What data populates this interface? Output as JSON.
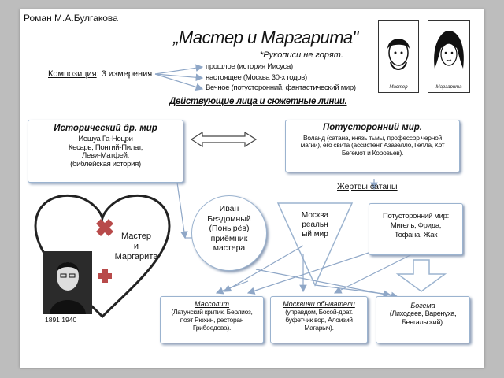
{
  "header": {
    "novel_label": "Роман М.А.Булгакова",
    "title": "„Мастер и Маргарита\"",
    "subtitle": "*Рукописи не горят."
  },
  "composition": {
    "label": "Композиция",
    "value": ": 3 измерения",
    "dimensions": [
      "прошлое (история Иисуса)",
      "настоящее (Москва 30-х годов)",
      "Вечное (потусторонний, фантастический мир)"
    ]
  },
  "portraits": {
    "master_caption": "Мастер",
    "margarita_caption": "Маргарита"
  },
  "section_title": "Действующие лица и сюжетные линии.",
  "historical": {
    "title": "Исторический др. мир",
    "lines": [
      "Иешуа Га-Ноцри",
      "Кесарь, Понтий-Пилат,",
      "Леви-Матфей.",
      "(библейская история)"
    ]
  },
  "otherworld": {
    "title": "Потусторонний мир.",
    "lines": [
      "Воланд (сатана, князь тьмы, профессор черной",
      "магии), его свита (ассистент Азазелло, Гелла, Кот",
      "Бегемот и Коровьев)."
    ]
  },
  "victims_label": "Жертвы сатаны",
  "ivan": {
    "lines": [
      "Иван",
      "Бездомный",
      "(Понырёв)",
      "приёмник",
      "мастера"
    ]
  },
  "heart": {
    "lines": [
      "Мастер",
      "и",
      "Маргарита"
    ]
  },
  "moscow": {
    "lines": [
      "Москва",
      "реальн",
      "ый мир"
    ]
  },
  "otherworld_small": {
    "lines": [
      "Потусторонний мир:",
      "Мигель, Фрида,",
      "Тофана, Жак"
    ]
  },
  "bottom": {
    "massolit": {
      "title": "Массолит",
      "lines": [
        "(Латунский критик, Берлиоз,",
        "поэт Рюхин, ресторан",
        "Грибоедова)."
      ]
    },
    "moscow_people": {
      "title": "Москвичи обыватели",
      "lines": [
        "(управдом, Босой-драт.",
        "буфетчик вор, Алоизий",
        "Магарыч)."
      ]
    },
    "bohema": {
      "title": "Богема",
      "lines": [
        "(Лиходеев, Варенуха,",
        "Бенгальский)."
      ]
    }
  },
  "author_years": "1891 1940",
  "colors": {
    "background": "#bdbdbd",
    "box_border": "#9bb3cf",
    "arrow": "#8fa7c7",
    "cross": "#b84a4a"
  }
}
